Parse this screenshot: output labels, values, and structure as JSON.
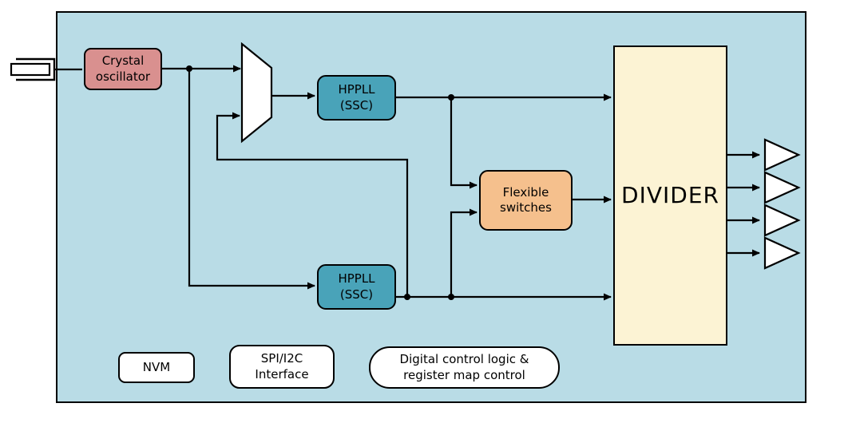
{
  "panel": {
    "fill": "#b9dce6",
    "border": "#000000"
  },
  "line_color": "#000000",
  "blocks": {
    "crystal_osc": {
      "label": "Crystal\noscillator",
      "fill": "#d9908f"
    },
    "hppll_top": {
      "label": "HPPLL\n(SSC)",
      "fill": "#49a3b9"
    },
    "hppll_bottom": {
      "label": "HPPLL\n(SSC)",
      "fill": "#49a3b9"
    },
    "flexible_switches": {
      "label": "Flexible\nswitches",
      "fill": "#f5c08d"
    },
    "divider": {
      "label": "DIVIDER",
      "fill": "#fcf3d4"
    },
    "nvm": {
      "label": "NVM",
      "fill": "#ffffff"
    },
    "spi_i2c": {
      "label": "SPI/I2C\nInterface",
      "fill": "#ffffff"
    },
    "digital_control": {
      "label": "Digital control logic &\nregister map control",
      "fill": "#ffffff"
    }
  },
  "icons": {
    "crystal_symbol": "crystal-symbol",
    "mux": "multiplexer-trapezoid",
    "output_buffer": "output-buffer-triangle",
    "output_buffer_count": 4
  }
}
